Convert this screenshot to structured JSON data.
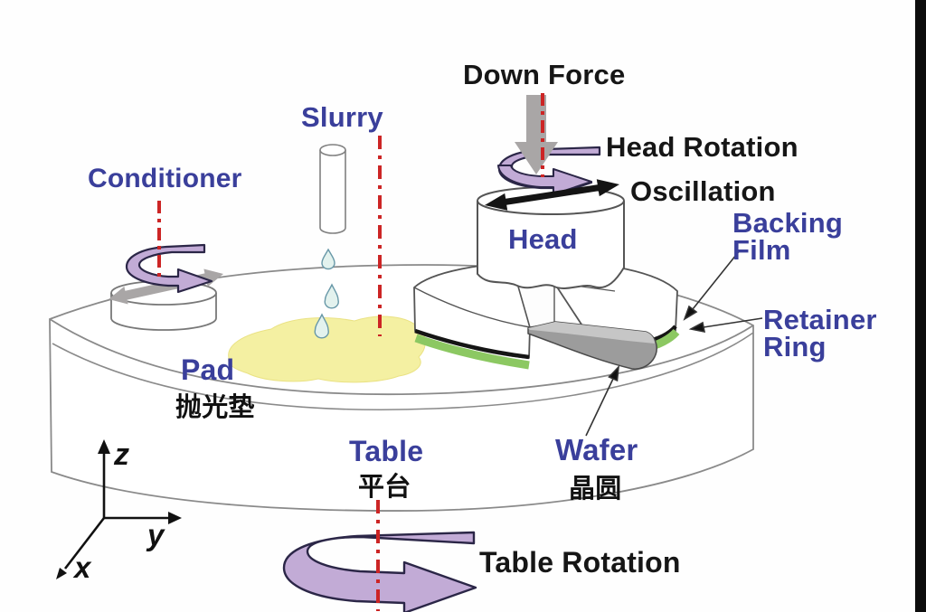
{
  "figure": {
    "subject": "CMP polishing tool schematic diagram",
    "labels": {
      "conditioner": "Conditioner",
      "slurry": "Slurry",
      "down_force": "Down Force",
      "head_rotation": "Head Rotation",
      "oscillation": "Oscillation",
      "head": "Head",
      "backing_film_line1": "Backing",
      "backing_film_line2": "Film",
      "retainer_ring_line1": "Retainer",
      "retainer_ring_line2": "Ring",
      "pad": "Pad",
      "pad_zh": "抛光垫",
      "table": "Table",
      "table_zh": "平台",
      "wafer": "Wafer",
      "wafer_zh": "晶圆",
      "table_rotation": "Table Rotation",
      "axis_z": "z",
      "axis_y": "y",
      "axis_x": "x"
    },
    "colors": {
      "label_blue": "#3a3f9b",
      "text_black": "#161616",
      "rotation_arrow_purple": "#c2abd6",
      "rotation_arrow_outline": "#2b2647",
      "force_arrow_gray": "#a9a6a6",
      "axis_line_red": "#cc2525",
      "backing_film_green": "#8cc862",
      "slurry_yellow": "#f4f0a2",
      "wafer_gray": "#9c9c9c"
    }
  }
}
